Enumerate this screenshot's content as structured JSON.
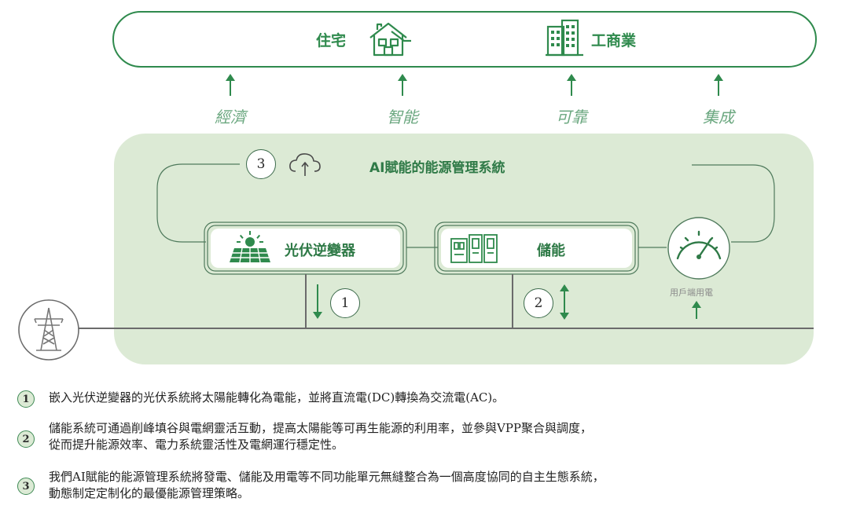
{
  "top": {
    "residential_label": "住宅",
    "commercial_label": "工商業"
  },
  "keywords": [
    "經濟",
    "智能",
    "可靠",
    "集成"
  ],
  "system": {
    "title": "AI賦能的能源管理系統",
    "step3": "3",
    "step1": "1",
    "step2": "2",
    "inverter_label": "光伏逆變器",
    "storage_label": "儲能",
    "meter_label": "用戶端用電"
  },
  "notes": [
    {
      "num": "1",
      "lines": [
        "嵌入光伏逆變器的光伏系統將太陽能轉化為電能，並將直流電(DC)轉換為交流電(AC)。"
      ]
    },
    {
      "num": "2",
      "lines": [
        "儲能系統可通過削峰填谷與電網靈活互動，提高太陽能等可再生能源的利用率，並參與VPP聚合與調度，",
        "從而提升能源效率、電力系統靈活性及電網運行穩定性。"
      ]
    },
    {
      "num": "3",
      "lines": [
        "我們AI賦能的能源管理系統將發電、儲能及用電等不同功能單元無縫整合為一個高度協同的自主生態系統，",
        "動態制定定制化的最優能源管理策略。"
      ]
    }
  ],
  "colors": {
    "brand_green": "#2f8a4d",
    "light_green": "#dcead5",
    "line_gray": "#6b6b6b"
  }
}
